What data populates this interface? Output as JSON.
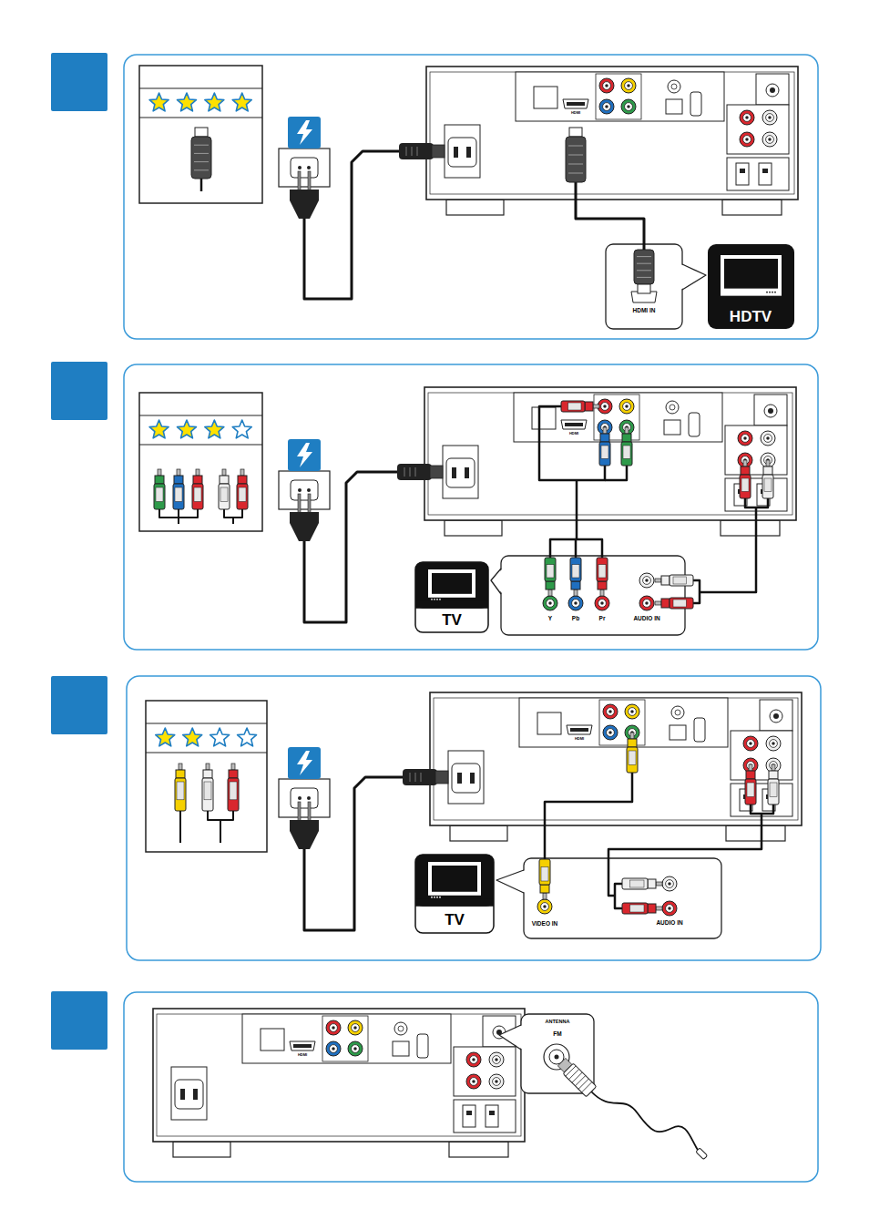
{
  "diagram": {
    "nodes": [
      {
        "text": [
          "HDMI IN"
        ]
      },
      {
        "text": [
          "HDTV"
        ]
      },
      {
        "text": [
          "TV"
        ]
      },
      {
        "text": [
          "Y",
          "Pb",
          "Pr",
          "AUDIO IN"
        ]
      },
      {
        "text": [
          "TV"
        ]
      },
      {
        "text": [
          "VIDEO IN",
          "AUDIO IN"
        ]
      },
      {
        "text": [
          "ANTENNA",
          "FM"
        ]
      }
    ],
    "labels": [
      "HDMI",
      "HDMI",
      "HDMI",
      "HDMI"
    ]
  }
}
